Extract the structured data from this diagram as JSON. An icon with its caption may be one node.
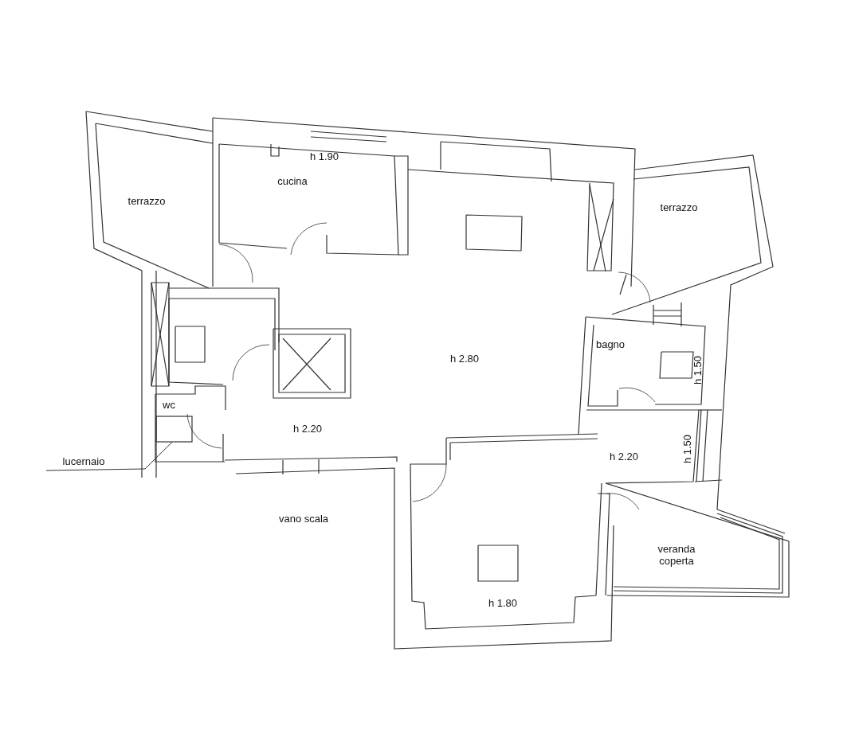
{
  "diagram": {
    "nodes": [
      {
        "text": [
          "lucernaio"
        ]
      },
      {
        "text": [],
        "shape": "box"
      }
    ],
    "edges": [
      {
        "from": 0,
        "to": 1,
        "arrow": "none"
      }
    ],
    "labels": [
      "h 1.90",
      "cucina",
      "terrazzo",
      "terrazzo",
      "bagno",
      "h 2.80",
      "h 1.50",
      "wc",
      "h 2.20",
      "h 1.50",
      "h 2.20",
      "vano scala",
      "veranda coperta",
      "h 1.80"
    ]
  }
}
